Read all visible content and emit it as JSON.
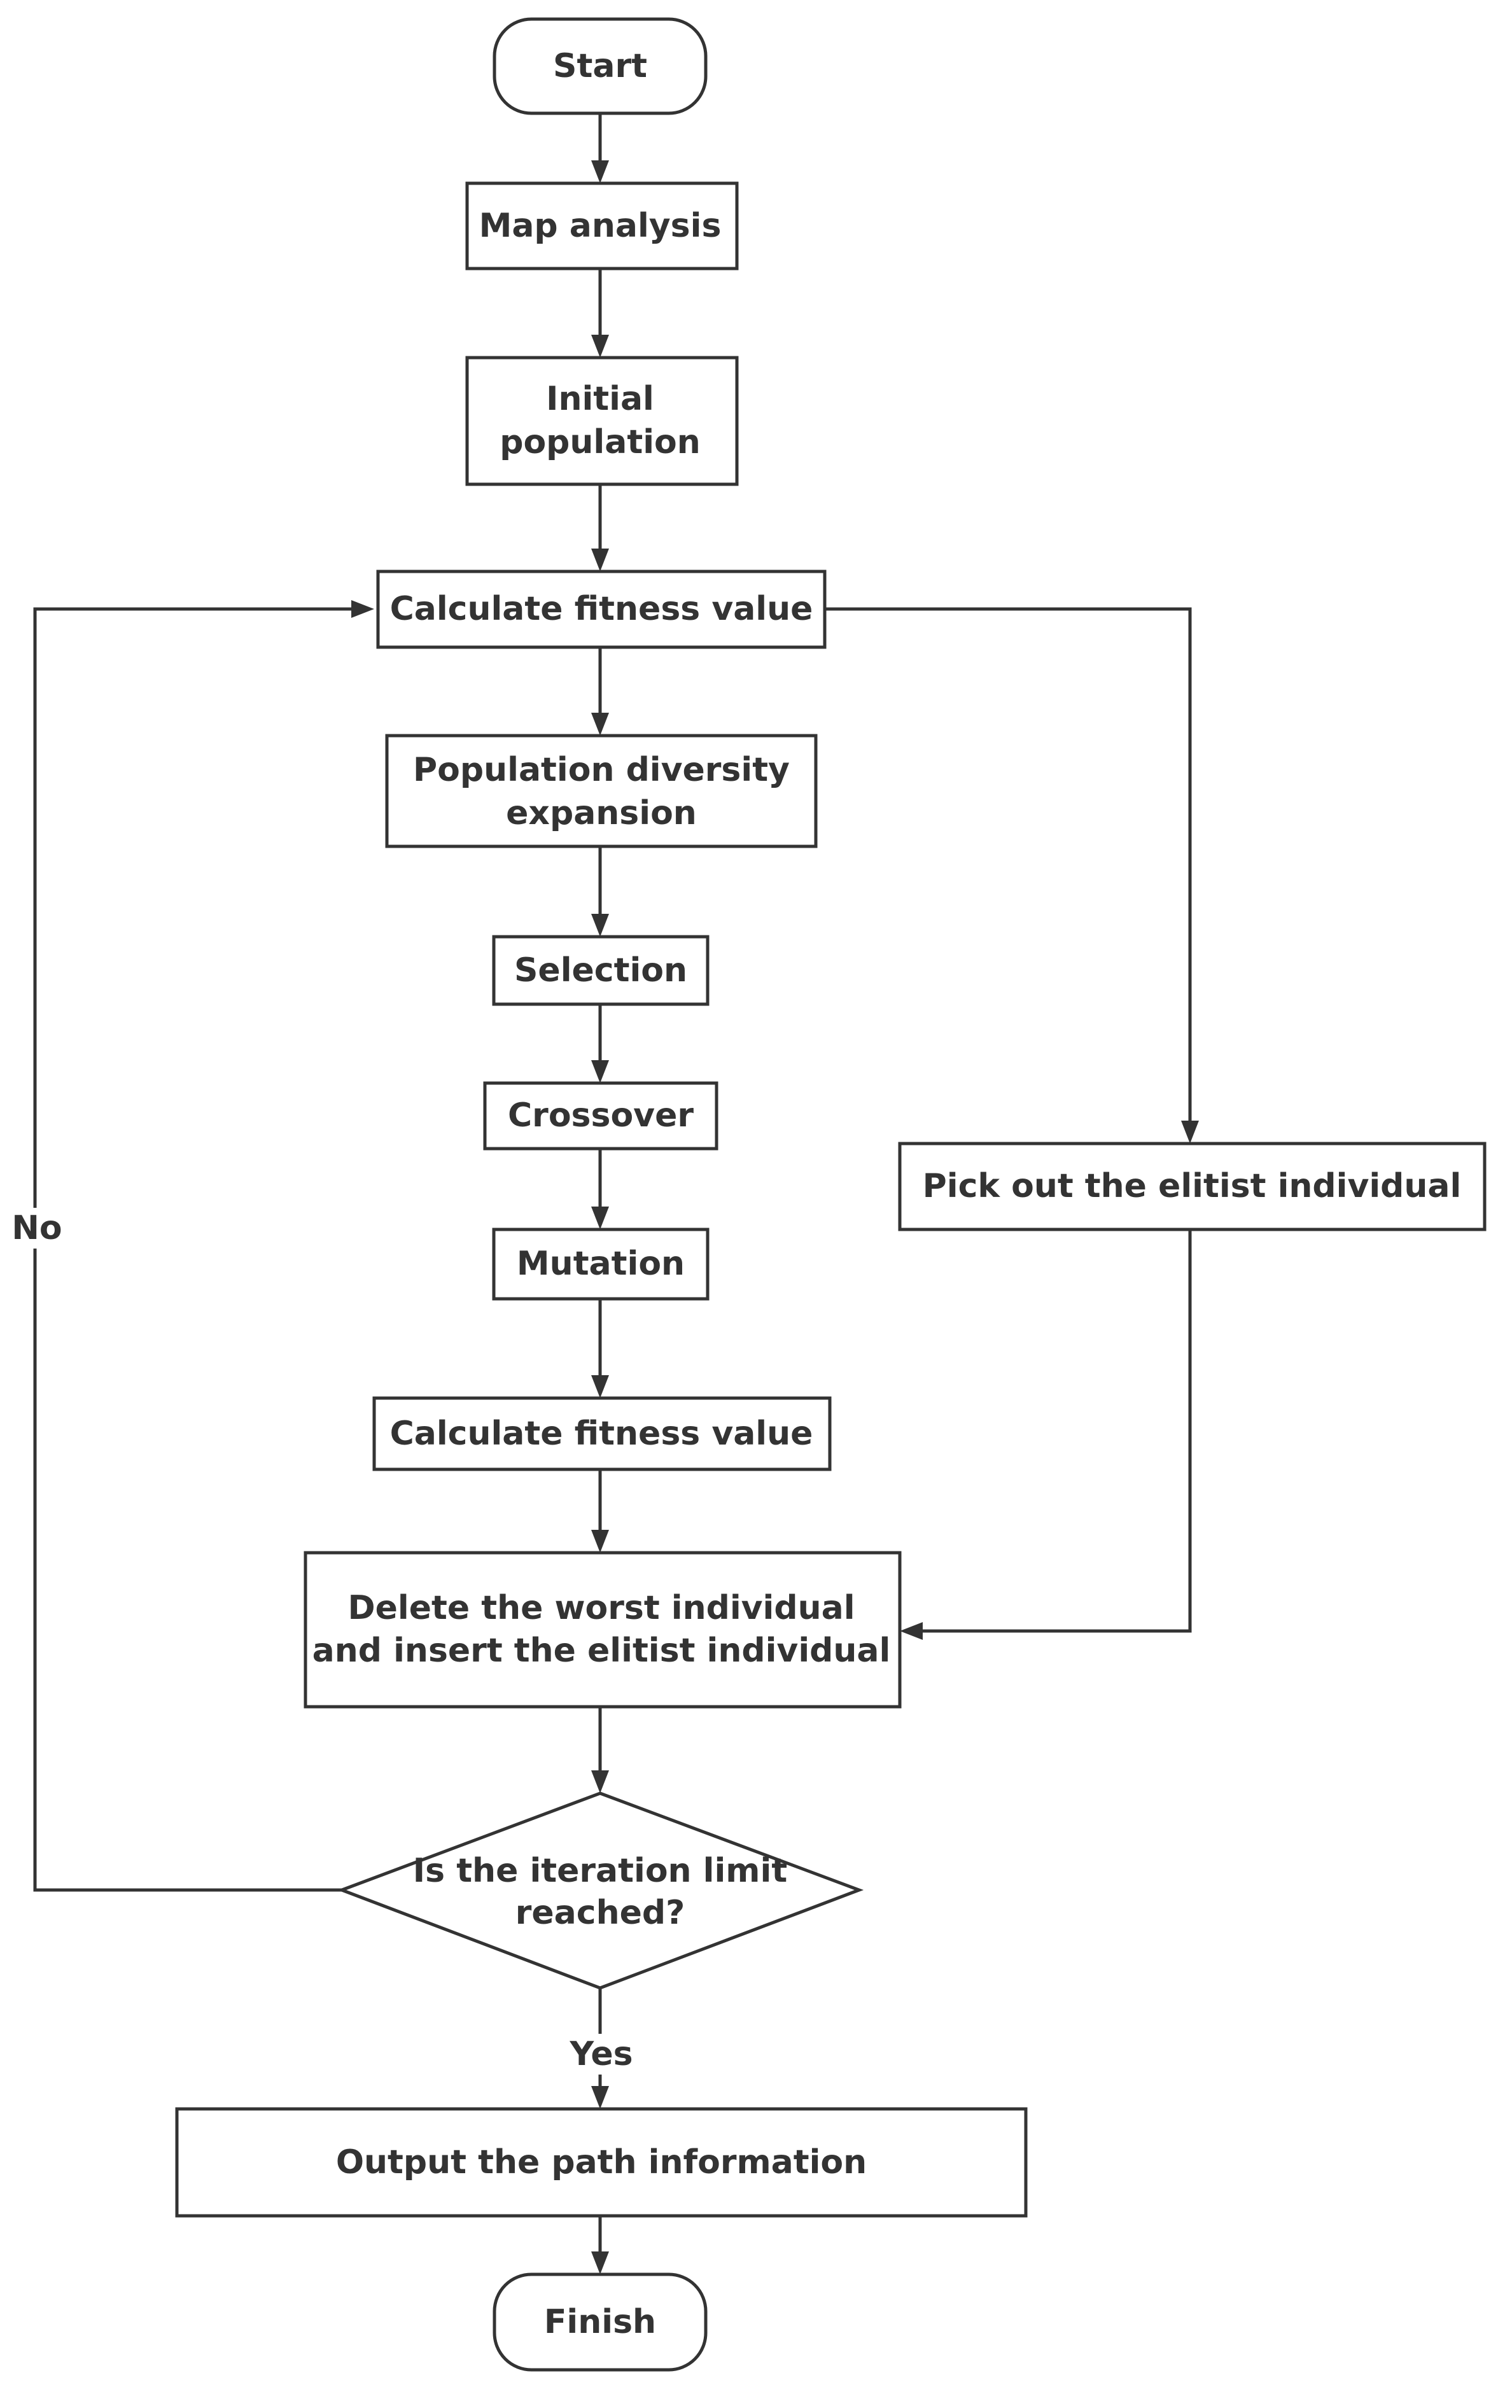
{
  "nodes": {
    "start": "Start",
    "map_analysis": "Map analysis",
    "initial_population": [
      "Initial",
      "population"
    ],
    "calc_fitness_1": "Calculate fitness value",
    "diversity_expansion": [
      "Population diversity",
      "expansion"
    ],
    "selection": "Selection",
    "crossover": "Crossover",
    "mutation": "Mutation",
    "calc_fitness_2": "Calculate fitness value",
    "pick_elitist": "Pick out the elitist individual",
    "delete_insert": [
      "Delete the worst individual",
      "and insert the elitist individual"
    ],
    "iteration_check": [
      "Is the iteration limit",
      "reached?"
    ],
    "output_path": "Output the path information",
    "finish": "Finish"
  },
  "edge_labels": {
    "no": "No",
    "yes": "Yes"
  },
  "colors": {
    "stroke": "#333333",
    "fill": "#ffffff",
    "text": "#333333"
  }
}
